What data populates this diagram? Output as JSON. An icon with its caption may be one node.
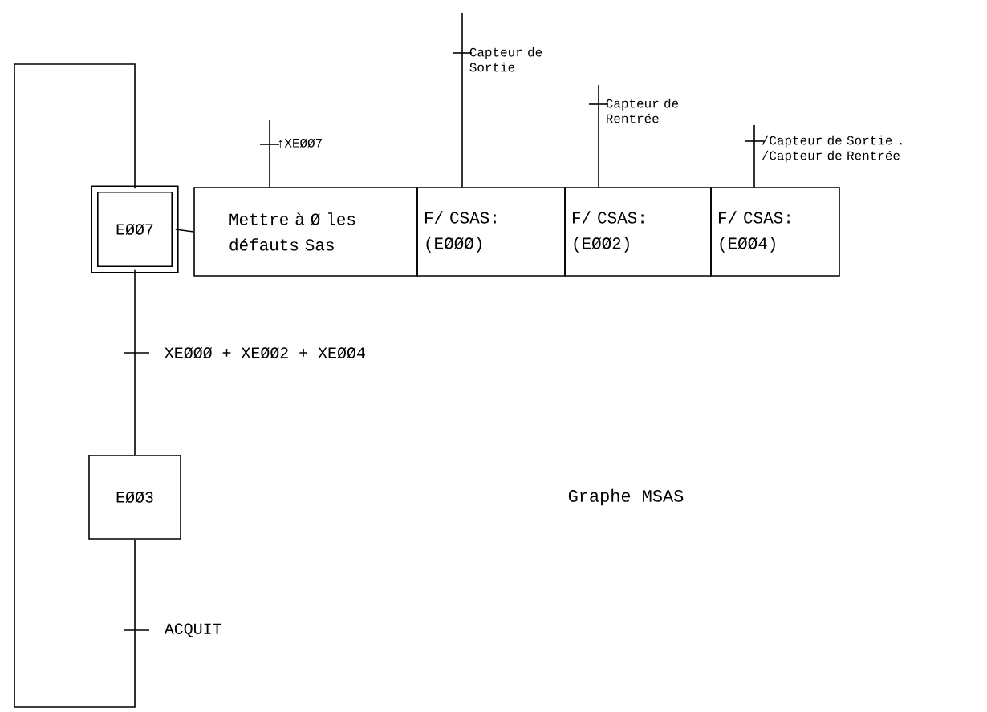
{
  "diagram": {
    "nodes": [
      {
        "text": [
          "EØØ7"
        ]
      },
      {
        "text": [
          "Mettre à Ø les défauts Sas"
        ]
      },
      {
        "text": [
          "F/ CSAS: (EØØØ)"
        ]
      },
      {
        "text": [
          "F/ CSAS: (EØØ2)"
        ]
      },
      {
        "text": [
          "F/ CSAS: (EØØ4)"
        ]
      },
      {
        "text": [
          "EØØ3"
        ]
      }
    ],
    "edges": [
      {
        "from": 0,
        "to": 1,
        "arrow": "none"
      },
      {
        "from": 0,
        "to": 5,
        "arrow": "none",
        "label": "XEØØØ + XEØØ2 + XEØØ4"
      },
      {
        "from": 5,
        "to": 0,
        "arrow": "none",
        "label": "ACQUIT"
      },
      {
        "from": null,
        "to": 1,
        "arrow": "none",
        "label": "↑XEØØ7"
      },
      {
        "from": null,
        "to": 2,
        "arrow": "none",
        "label": "Capteur de Sortie"
      },
      {
        "from": null,
        "to": 3,
        "arrow": "none",
        "label": "Capteur de Rentrée"
      },
      {
        "from": null,
        "to": 4,
        "arrow": "none",
        "label": "/Capteur de Sortie . /Capteur de Rentrée"
      }
    ],
    "labels": [
      "Graphe MSAS"
    ]
  }
}
